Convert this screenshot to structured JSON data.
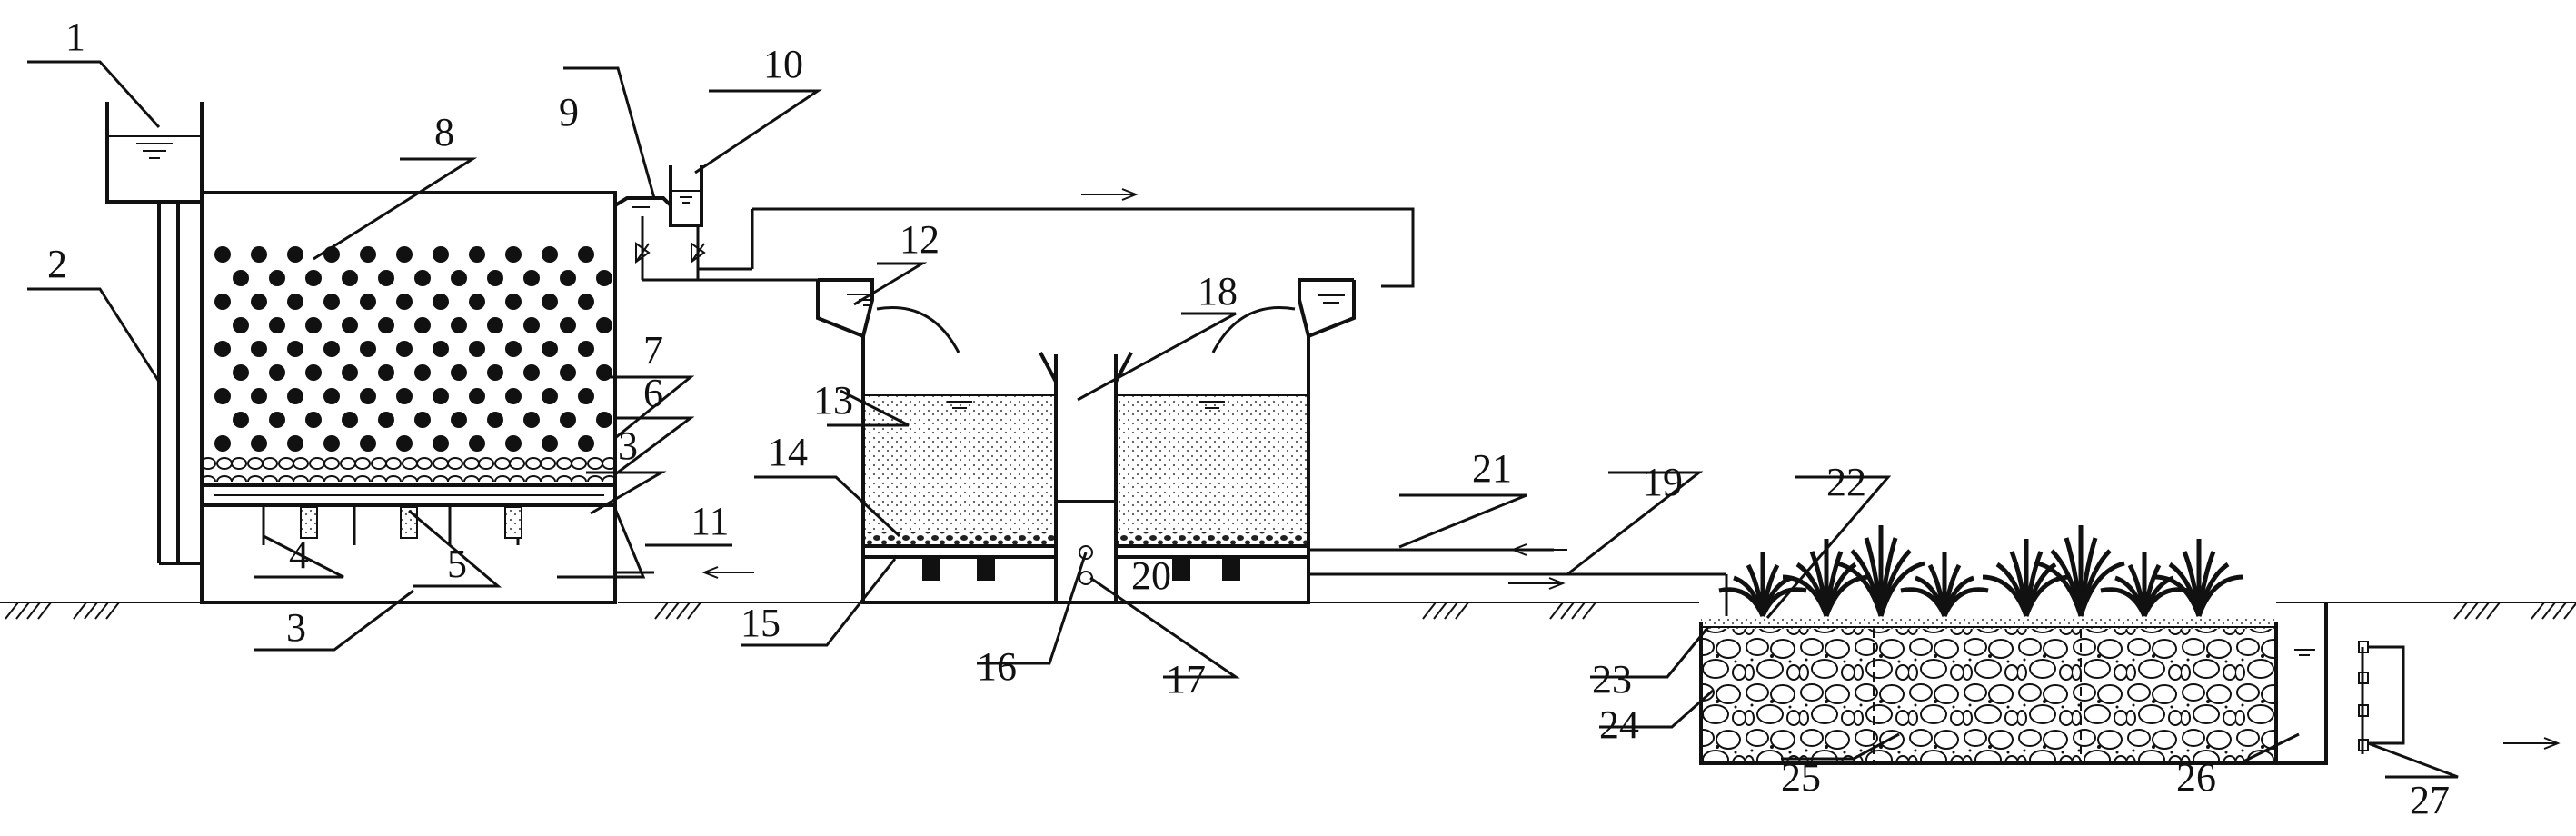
{
  "diagram": {
    "labels": {
      "l1": "1",
      "l2": "2",
      "l3a": "3",
      "l3b": "3",
      "l4": "4",
      "l5": "5",
      "l6": "6",
      "l7": "7",
      "l8": "8",
      "l9": "9",
      "l10": "10",
      "l11": "11",
      "l12": "12",
      "l13": "13",
      "l14": "14",
      "l15": "15",
      "l16": "16",
      "l17": "17",
      "l18": "18",
      "l19": "19",
      "l20": "20",
      "l21": "21",
      "l22": "22",
      "l23": "23",
      "l24": "24",
      "l25": "25",
      "l26": "26",
      "l27": "27"
    },
    "colors": {
      "ink": "#111111",
      "background": "#ffffff"
    },
    "components": [
      "head-tank",
      "feed-pipe",
      "biofilter-tank",
      "filter-media",
      "gravel-layer",
      "perforated-plate",
      "aeration-pipe",
      "dosing-tank",
      "settling-tanks",
      "wetland-bed",
      "plants",
      "outlet-well"
    ]
  }
}
